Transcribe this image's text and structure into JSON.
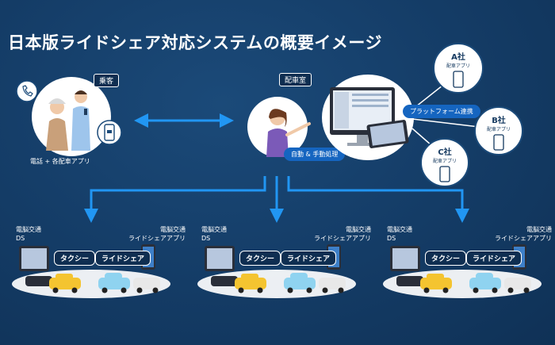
{
  "title": "日本版ライドシェア対応システムの概要イメージ",
  "passenger": {
    "tag": "乗客",
    "caption": "電話 + 各配車アプリ"
  },
  "dispatcher": {
    "tag": "配車室",
    "process": "自動 & 手動処理"
  },
  "platform": {
    "label": "プラットフォーム連携"
  },
  "companies": [
    {
      "name": "A社",
      "sub": "配車アプリ"
    },
    {
      "name": "B社",
      "sub": "配車アプリ"
    },
    {
      "name": "C社",
      "sub": "配車アプリ"
    }
  ],
  "branches": [
    {
      "left_label": [
        "電脳交通",
        "DS"
      ],
      "right_label": [
        "電脳交通",
        "ライドシェアアプリ"
      ],
      "taxi": "タクシー",
      "rideshare": "ライドシェア"
    },
    {
      "left_label": [
        "電脳交通",
        "DS"
      ],
      "right_label": [
        "電脳交通",
        "ライドシェアアプリ"
      ],
      "taxi": "タクシー",
      "rideshare": "ライドシェア"
    },
    {
      "left_label": [
        "電脳交通",
        "DS"
      ],
      "right_label": [
        "電脳交通",
        "ライドシェアアプリ"
      ],
      "taxi": "タクシー",
      "rideshare": "ライドシェア"
    }
  ],
  "colors": {
    "background": "#13385f",
    "accent": "#1e88e5",
    "taxi_yellow": "#f4c430",
    "arrow": "#2196f3"
  }
}
